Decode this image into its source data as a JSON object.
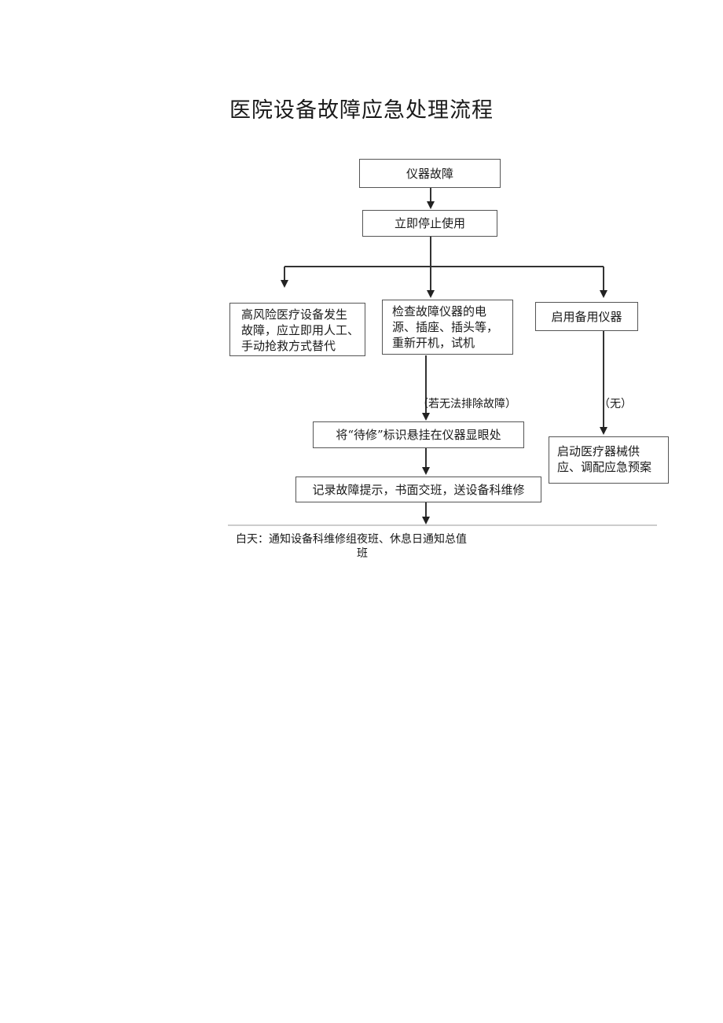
{
  "title": "医院设备故障应急处理流程",
  "nodes": {
    "fault": "仪器故障",
    "stop": "立即停止使用",
    "high_risk": [
      "高风险医疗设备发生",
      "故障，应立即用人工、",
      "手动抢救方式替代"
    ],
    "check": [
      "检查故障仪器的电",
      "源、插座、插头等，",
      "重新开机，试机"
    ],
    "backup": "启用备用仪器",
    "tag": "将“待修”标识悬挂在仪器显眼处",
    "record": "记录故障提示，书面交班，送设备科维修",
    "supply": [
      "启动医疗器械供",
      "应、调配应急预案"
    ]
  },
  "labels": {
    "cannot_fix": "（若无法排除故障）",
    "none": "（无）"
  },
  "footer": {
    "line1": "白天：通知设备科维修组夜班、休息日通知总值",
    "line2": "班"
  },
  "colors": {
    "line": "#333333",
    "box_border": "#555555"
  }
}
